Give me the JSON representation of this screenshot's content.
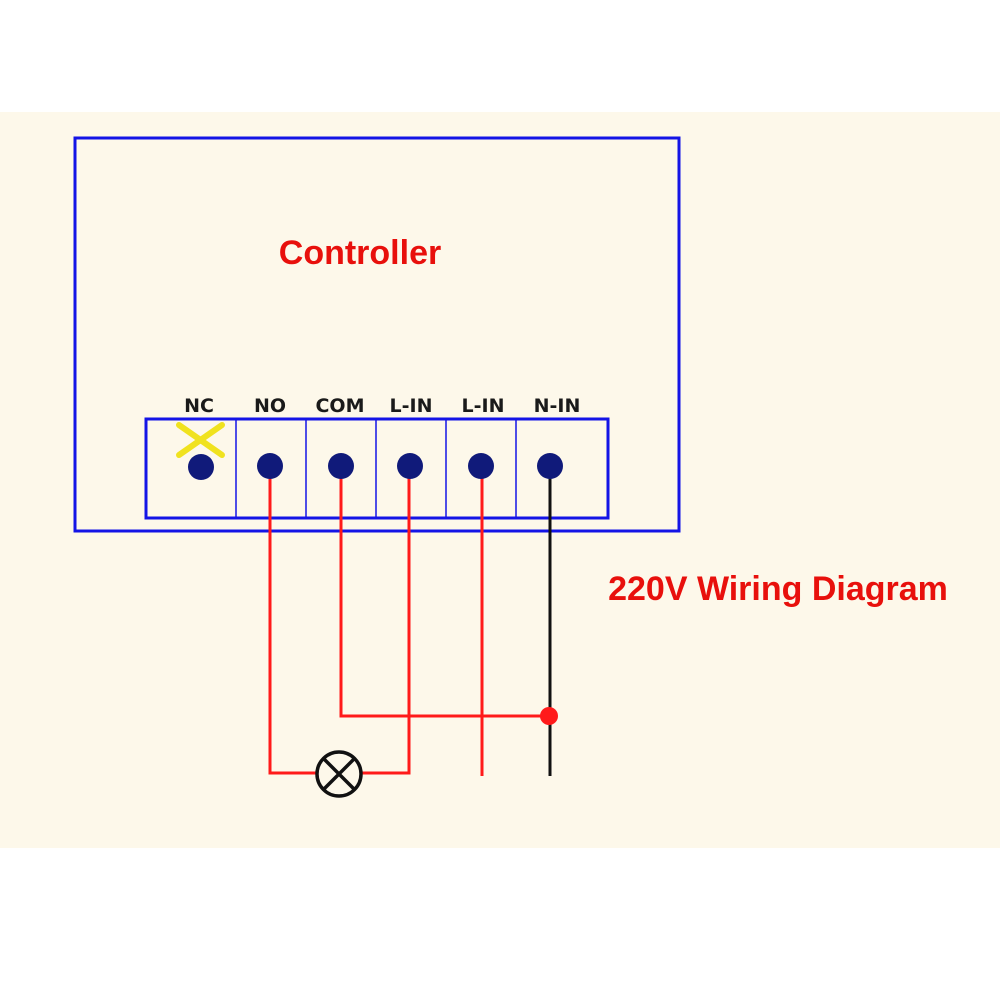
{
  "diagram": {
    "controller_label": "Controller",
    "caption": "220V Wiring Diagram",
    "terminals": [
      {
        "id": "nc",
        "label": "NC",
        "state": "unused",
        "marker": "cross-icon"
      },
      {
        "id": "no",
        "label": "NO",
        "state": "connected"
      },
      {
        "id": "com",
        "label": "COM",
        "state": "connected"
      },
      {
        "id": "l-in-1",
        "label": "L-IN",
        "state": "connected"
      },
      {
        "id": "l-in-2",
        "label": "L-IN",
        "state": "connected"
      },
      {
        "id": "n-in",
        "label": "N-IN",
        "state": "connected"
      }
    ],
    "load": {
      "icon": "lamp-icon"
    },
    "wires": [
      {
        "id": "no-wire",
        "from": "NO",
        "to": "lamp",
        "color": "#ff1a1a"
      },
      {
        "id": "lamp-to-l-in",
        "from": "lamp",
        "to": "L-IN",
        "color": "#ff1a1a"
      },
      {
        "id": "com-to-neutral",
        "from": "COM",
        "to": "N-IN",
        "color": "#ff1a1a"
      },
      {
        "id": "l-in-feed",
        "from": "L-IN",
        "to": "supply",
        "color": "#ff1a1a"
      },
      {
        "id": "neutral-line",
        "from": "N-IN",
        "to": "supply",
        "color": "#111111"
      }
    ],
    "colors": {
      "background": "#fdf8ea",
      "frame": "#1414e6",
      "title": "#e8100c",
      "live_wire": "#ff1a1a",
      "neutral_wire": "#111111",
      "terminal_dot": "#101a7a",
      "nc_marker": "#f0e21e"
    }
  }
}
